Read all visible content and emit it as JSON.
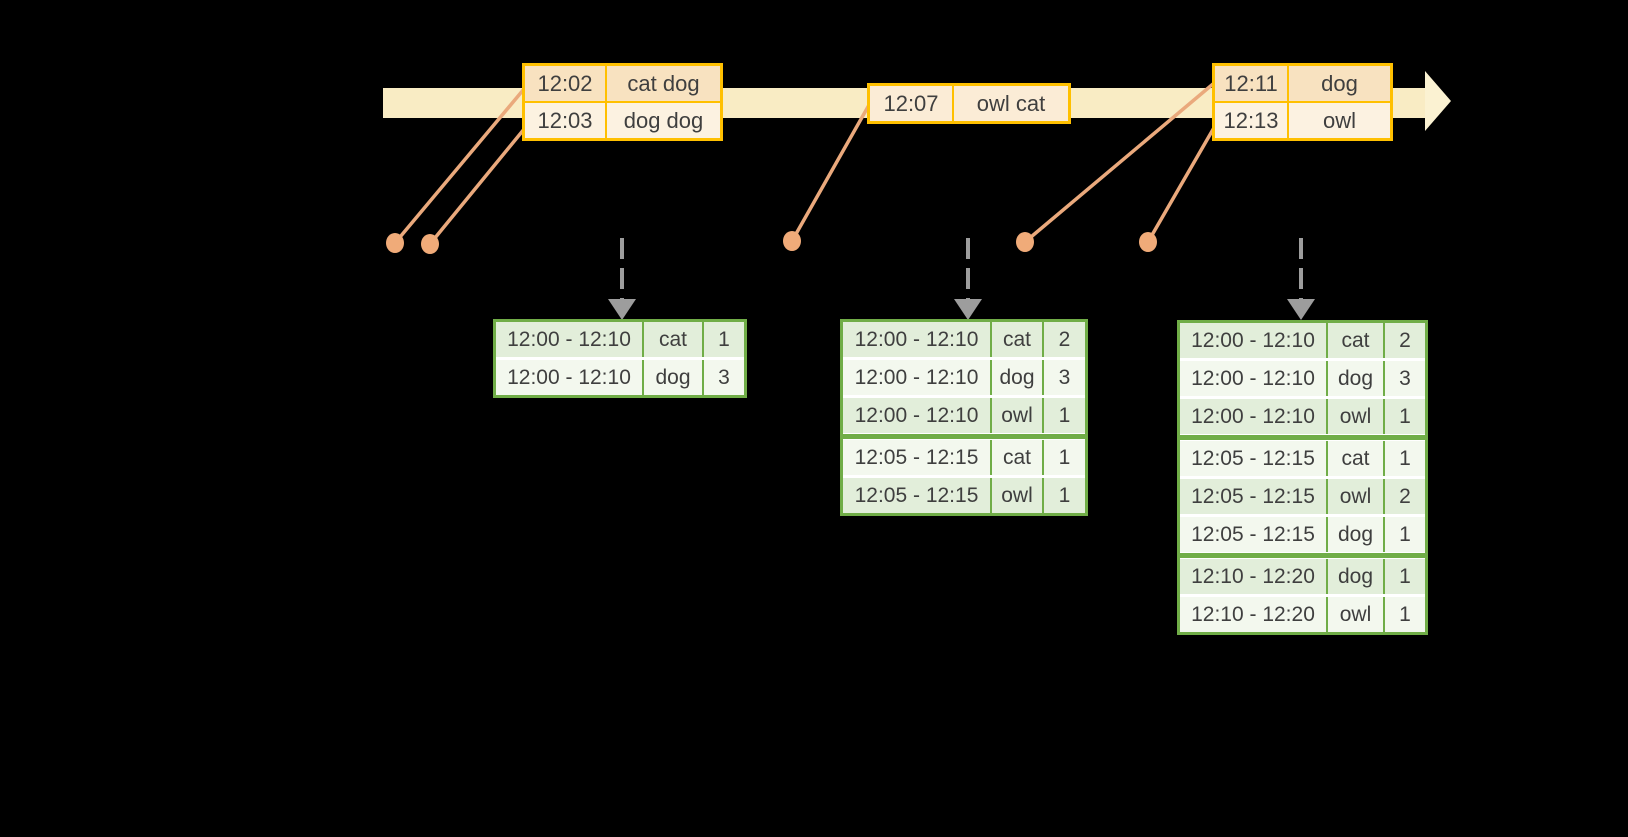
{
  "diagram": {
    "name": "sliding-window-word-counts",
    "colors": {
      "background": "#000000",
      "timeline_band": "#f9ecc4",
      "timeline_arrowhead": "#fbf2d2",
      "event_table_border": "#ffc000",
      "event_row_fill_dark": "#f8e2c0",
      "event_row_fill_light": "#fcf2e1",
      "event_row_fill_single": "#fbecd6",
      "connector": "#eaa97c",
      "dashed_arrow": "#9d9d9d",
      "result_table_border": "#70ad47",
      "result_row_fill_dark": "#e2eeda",
      "result_row_fill_light": "#f3f8ee",
      "text": "#3f3f3f"
    }
  },
  "event_tables": [
    {
      "rows": [
        {
          "time": "12:02",
          "words": "cat dog"
        },
        {
          "time": "12:03",
          "words": "dog dog"
        }
      ]
    },
    {
      "rows": [
        {
          "time": "12:07",
          "words": "owl cat"
        }
      ]
    },
    {
      "rows": [
        {
          "time": "12:11",
          "words": "dog"
        },
        {
          "time": "12:13",
          "words": "owl"
        }
      ]
    }
  ],
  "result_tables": [
    {
      "rows": [
        {
          "window": "12:00 - 12:10",
          "word": "cat",
          "count": "1"
        },
        {
          "window": "12:00 - 12:10",
          "word": "dog",
          "count": "3"
        }
      ]
    },
    {
      "rows": [
        {
          "window": "12:00 - 12:10",
          "word": "cat",
          "count": "2"
        },
        {
          "window": "12:00 - 12:10",
          "word": "dog",
          "count": "3"
        },
        {
          "window": "12:00 - 12:10",
          "word": "owl",
          "count": "1"
        },
        {
          "window": "12:05 - 12:15",
          "word": "cat",
          "count": "1"
        },
        {
          "window": "12:05 - 12:15",
          "word": "owl",
          "count": "1"
        }
      ]
    },
    {
      "rows": [
        {
          "window": "12:00 - 12:10",
          "word": "cat",
          "count": "2"
        },
        {
          "window": "12:00 - 12:10",
          "word": "dog",
          "count": "3"
        },
        {
          "window": "12:00 - 12:10",
          "word": "owl",
          "count": "1"
        },
        {
          "window": "12:05 - 12:15",
          "word": "cat",
          "count": "1"
        },
        {
          "window": "12:05 - 12:15",
          "word": "owl",
          "count": "2"
        },
        {
          "window": "12:05 - 12:15",
          "word": "dog",
          "count": "1"
        },
        {
          "window": "12:10 - 12:20",
          "word": "dog",
          "count": "1"
        },
        {
          "window": "12:10 - 12:20",
          "word": "owl",
          "count": "1"
        }
      ]
    }
  ]
}
